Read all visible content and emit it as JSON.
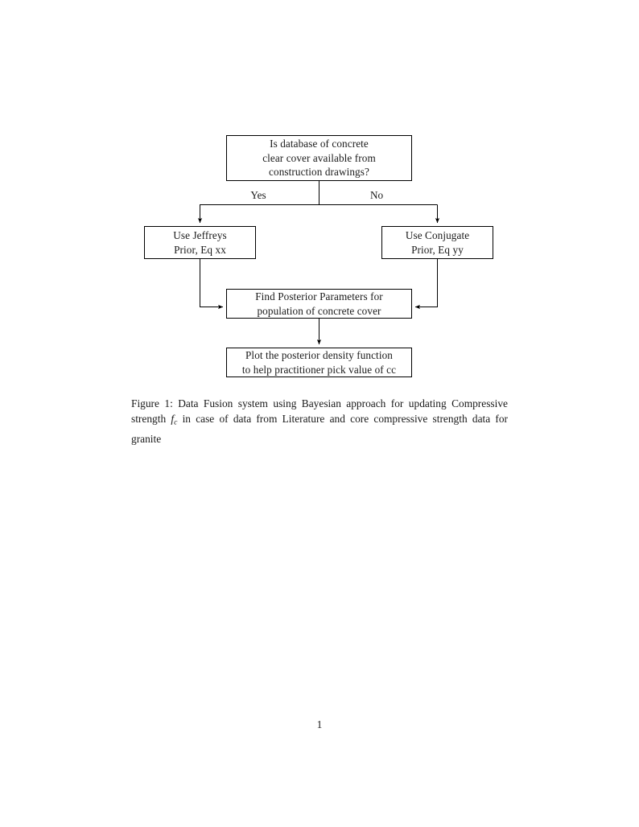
{
  "document": {
    "page_number": "1",
    "caption": {
      "label": "Figure 1:",
      "text_before_math": " Data Fusion system using Bayesian approach for updating Compressive strength ",
      "math_base": "f",
      "math_subscript": "c",
      "text_after_math": " in case of data from Literature and core compressive strength data for granite",
      "full_text": "Figure 1: Data Fusion system using Bayesian approach for updating Compressive strength f_c in case of data from Literature and core compressive strength data for granite"
    }
  },
  "flowchart": {
    "title": "Data Fusion system using Bayesian approach",
    "nodes": [
      {
        "id": "question",
        "shape": "rectangle",
        "lines": [
          "Is database of concrete",
          "clear cover available from",
          "construction drawings?"
        ]
      },
      {
        "id": "jeffreys",
        "shape": "rectangle",
        "lines": [
          "Use Jeffreys",
          "Prior, Eq xx"
        ]
      },
      {
        "id": "conjugate",
        "shape": "rectangle",
        "lines": [
          "Use Conjugate",
          "Prior, Eq yy"
        ]
      },
      {
        "id": "posterior",
        "shape": "rectangle",
        "lines": [
          "Find Posterior Parameters for",
          "population of concrete cover"
        ]
      },
      {
        "id": "plot",
        "shape": "rectangle",
        "lines": [
          "Plot the posterior density function",
          "to help practitioner pick value of cc"
        ]
      }
    ],
    "edge_labels": {
      "yes": "Yes",
      "no": "No"
    },
    "colors": {
      "stroke": "#000000",
      "text": "#1a1a1a",
      "background": "#ffffff"
    }
  }
}
